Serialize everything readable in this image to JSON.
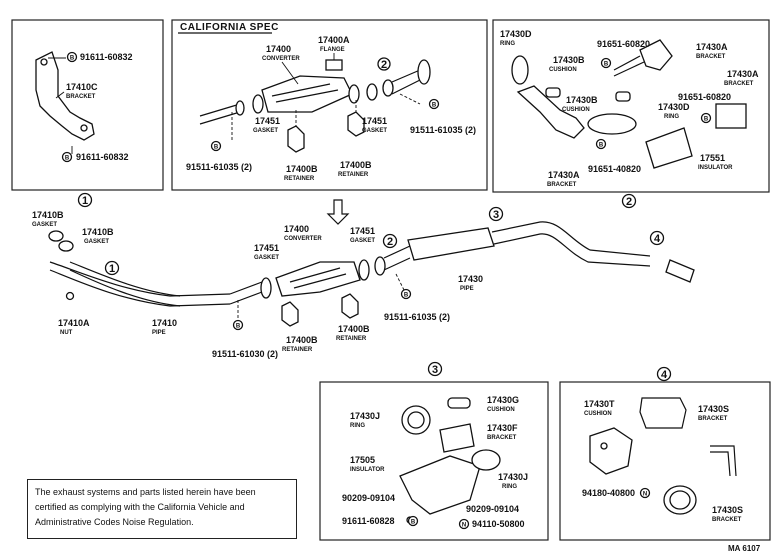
{
  "california_title": "CALIFORNIA SPEC",
  "note_text": "The exhaust systems and parts listed herein have been certified as complying with the California Vehicle and Administrative Codes Noise Regulation.",
  "ref_code": "MA 6107",
  "callouts": {
    "c1": "1",
    "c2": "2",
    "c3": "3",
    "c4": "4"
  },
  "box1": {
    "bolt_top": "91611-60832",
    "bracket_num": "17410C",
    "bracket_name": "BRACKET",
    "bolt_bottom": "91611-60832"
  },
  "california": {
    "converter_num": "17400",
    "converter_name": "CONVERTER",
    "flange_num": "17400A",
    "flange_name": "FLANGE",
    "gasket_left_num": "17451",
    "gasket_left_name": "GASKET",
    "gasket_right_num": "17451",
    "gasket_right_name": "GASKET",
    "retainer_left_num": "17400B",
    "retainer_left_name": "RETAINER",
    "retainer_right_num": "17400B",
    "retainer_right_name": "RETAINER",
    "bolt_left": "91511-61035 (2)",
    "bolt_right": "91511-61035 (2)"
  },
  "box2": {
    "ring_num": "17430D",
    "ring_name": "RING",
    "cushion1_num": "17430B",
    "cushion1_name": "CUSHION",
    "cushion2_num": "17430B",
    "cushion2_name": "CUSHION",
    "bolt1": "91651-60820",
    "bracket1_num": "17430A",
    "bracket1_name": "BRACKET",
    "bracket2_num": "17430A",
    "bracket2_name": "BRACKET",
    "bolt2": "91651-60820",
    "ring2_num": "17430D",
    "ring2_name": "RING",
    "bolt3": "91651-40820",
    "insulator_num": "17551",
    "insulator_name": "INSULATOR",
    "bracket3_num": "17430A",
    "bracket3_name": "BRACKET"
  },
  "main": {
    "gasket1_num": "17410B",
    "gasket1_name": "GASKET",
    "gasket2_num": "17410B",
    "gasket2_name": "GASKET",
    "nut_num": "17410A",
    "nut_name": "NUT",
    "pipe_num": "17410",
    "pipe_name": "PIPE",
    "converter_num": "17400",
    "converter_name": "CONVERTER",
    "gasket_left_num": "17451",
    "gasket_left_name": "GASKET",
    "gasket_right_num": "17451",
    "gasket_right_name": "GASKET",
    "retainer_left_num": "17400B",
    "retainer_left_name": "RETAINER",
    "retainer_right_num": "17400B",
    "retainer_right_name": "RETAINER",
    "bolt_left": "91511-61030 (2)",
    "bolt_right": "91511-61035 (2)",
    "tail_num": "17430",
    "tail_name": "PIPE"
  },
  "box3": {
    "cushion_num": "17430G",
    "cushion_name": "CUSHION",
    "ring1_num": "17430J",
    "ring1_name": "RING",
    "bracket_num": "17430F",
    "bracket_name": "BRACKET",
    "insulator_num": "17505",
    "insulator_name": "INSULATOR",
    "ring2_num": "17430J",
    "ring2_name": "RING",
    "bolt1": "90209-09104",
    "bolt2": "90209-09104",
    "bolt3": "91611-60828",
    "nut": "94110-50800"
  },
  "box4": {
    "cushion_num": "17430T",
    "cushion_name": "CUSHION",
    "bracket1_num": "17430S",
    "bracket1_name": "BRACKET",
    "nut": "94180-40800",
    "bracket2_num": "17430S",
    "bracket2_name": "BRACKET"
  },
  "markers": {
    "b": "B",
    "n": "N"
  }
}
